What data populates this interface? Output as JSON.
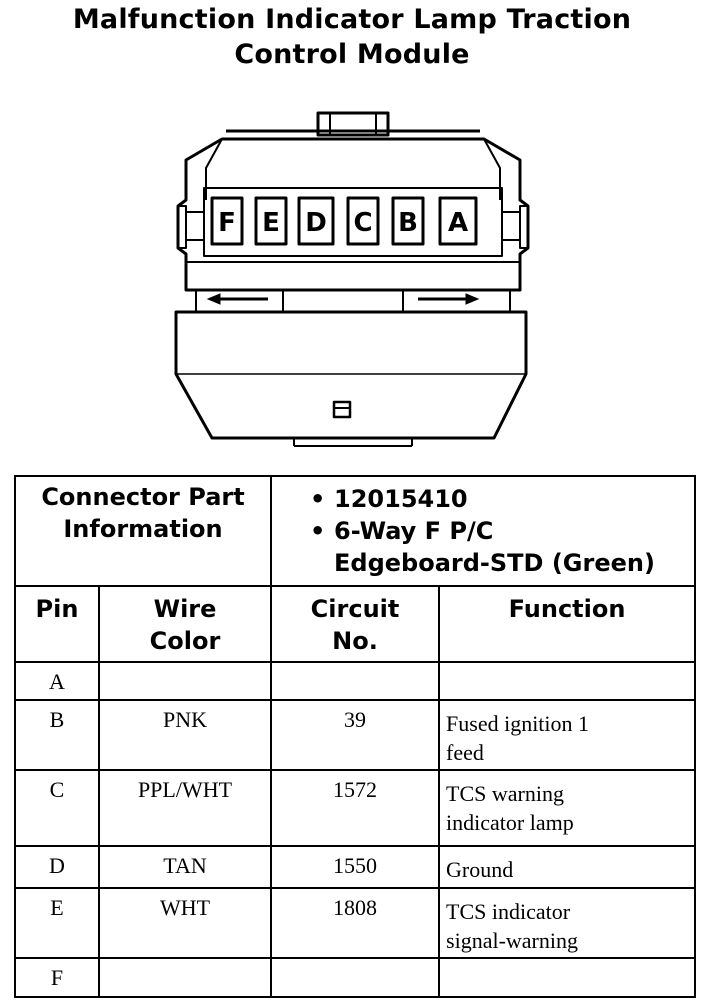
{
  "title": {
    "line1": "Malfunction Indicator Lamp Traction",
    "line2": "Control Module"
  },
  "connector": {
    "cavities": [
      "F",
      "E",
      "D",
      "C",
      "B",
      "A"
    ]
  },
  "connector_info": {
    "label_line1": "Connector Part",
    "label_line2": "Information",
    "part_number": "12015410",
    "description_line1": "6-Way F P/C",
    "description_line2": "Edgeboard-STD (Green)"
  },
  "columns": {
    "pin": "Pin",
    "wire_color_line1": "Wire",
    "wire_color_line2": "Color",
    "circuit_line1": "Circuit",
    "circuit_line2": "No.",
    "function": "Function"
  },
  "rows": [
    {
      "pin": "A",
      "wire_color": "",
      "circuit": "",
      "function_line1": "",
      "function_line2": ""
    },
    {
      "pin": "B",
      "wire_color": "PNK",
      "circuit": "39",
      "function_line1": "Fused ignition 1",
      "function_line2": "feed"
    },
    {
      "pin": "C",
      "wire_color": "PPL/WHT",
      "circuit": "1572",
      "function_line1": "TCS warning",
      "function_line2": "indicator lamp"
    },
    {
      "pin": "D",
      "wire_color": "TAN",
      "circuit": "1550",
      "function_line1": "Ground",
      "function_line2": ""
    },
    {
      "pin": "E",
      "wire_color": "WHT",
      "circuit": "1808",
      "function_line1": "TCS indicator",
      "function_line2": "signal-warning"
    },
    {
      "pin": "F",
      "wire_color": "",
      "circuit": "",
      "function_line1": "",
      "function_line2": ""
    }
  ]
}
